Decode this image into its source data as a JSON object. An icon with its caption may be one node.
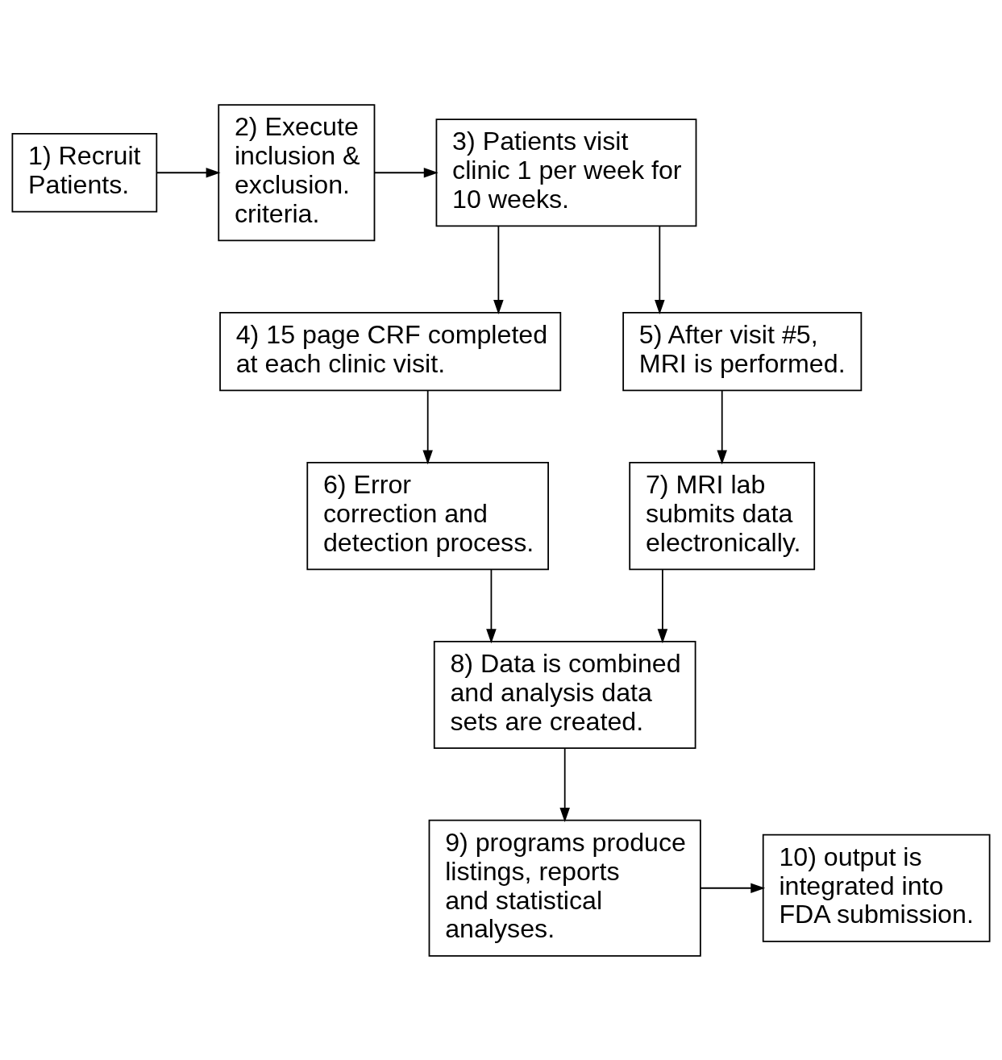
{
  "diagram": {
    "nodes": [
      {
        "text": [
          "1) Recruit Patients."
        ]
      },
      {
        "text": [
          "2) Execute inclusion & exclusion. criteria."
        ]
      },
      {
        "text": [
          "3) Patients visit clinic 1 per week for 10 weeks."
        ]
      },
      {
        "text": [
          "4) 15 page CRF completed at each clinic visit."
        ]
      },
      {
        "text": [
          "5) After visit #5, MRI is performed."
        ]
      },
      {
        "text": [
          "6) Error correction and detection process."
        ]
      },
      {
        "text": [
          "7) MRI lab submits data electronically."
        ]
      },
      {
        "text": [
          "8) Data is combined and analysis data sets are created."
        ]
      },
      {
        "text": [
          "9) programs produce listings, reports and statistical analyses."
        ]
      },
      {
        "text": [
          "10) output is integrated into FDA submission."
        ]
      }
    ],
    "edges": [
      {
        "from": 0,
        "to": 1,
        "arrow": "to"
      },
      {
        "from": 1,
        "to": 2,
        "arrow": "to"
      },
      {
        "from": 2,
        "to": 3,
        "arrow": "to"
      },
      {
        "from": 2,
        "to": 4,
        "arrow": "to"
      },
      {
        "from": 3,
        "to": 5,
        "arrow": "to"
      },
      {
        "from": 4,
        "to": 6,
        "arrow": "to"
      },
      {
        "from": 5,
        "to": 7,
        "arrow": "to"
      },
      {
        "from": 6,
        "to": 7,
        "arrow": "to"
      },
      {
        "from": 7,
        "to": 8,
        "arrow": "to"
      },
      {
        "from": 8,
        "to": 9,
        "arrow": "to"
      }
    ]
  }
}
